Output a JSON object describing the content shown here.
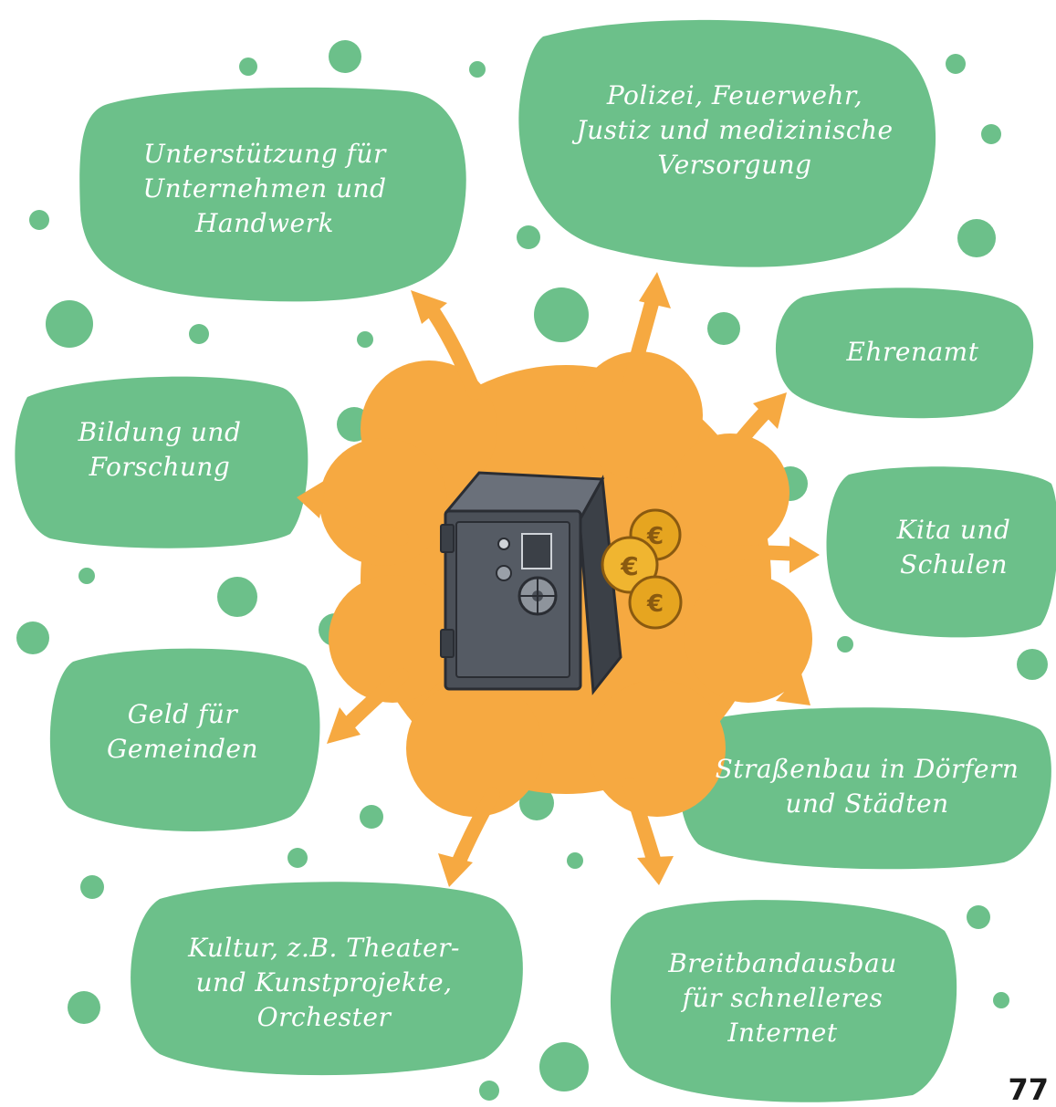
{
  "colors": {
    "blob": "#6cc08a",
    "burst": "#f6a941",
    "safe": "#4b5058",
    "coin": "#e6a520",
    "text": "#ffffff"
  },
  "topics": [
    {
      "id": "business",
      "lines": [
        "Unterstützung für",
        "Unternehmen und",
        "Handwerk"
      ]
    },
    {
      "id": "police",
      "lines": [
        "Polizei, Feuerwehr,",
        "Justiz und medizinische",
        "Versorgung"
      ]
    },
    {
      "id": "volunteer",
      "lines": [
        "Ehrenamt"
      ]
    },
    {
      "id": "education",
      "lines": [
        "Bildung und",
        "Forschung"
      ]
    },
    {
      "id": "kita",
      "lines": [
        "Kita und",
        "Schulen"
      ]
    },
    {
      "id": "municipalities",
      "lines": [
        "Geld für",
        "Gemeinden"
      ]
    },
    {
      "id": "roads",
      "lines": [
        "Straßenbau in Dörfern",
        "und Städten"
      ]
    },
    {
      "id": "culture",
      "lines": [
        "Kultur, z.B. Theater-",
        "und Kunstprojekte,",
        "Orchester"
      ]
    },
    {
      "id": "broadband",
      "lines": [
        "Breitbandausbau",
        "für schnelleres",
        "Internet"
      ]
    }
  ],
  "center": {
    "icon": "safe-with-euro-coins-icon",
    "coin_symbol": "€"
  },
  "page_number": "77"
}
